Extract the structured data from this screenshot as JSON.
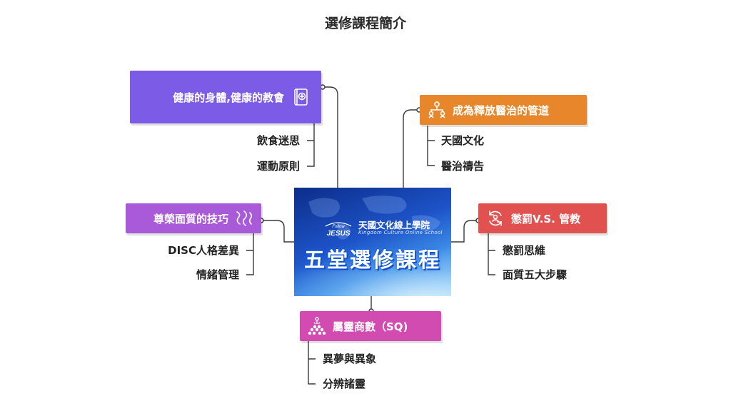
{
  "title": "選修課程簡介",
  "colors": {
    "purple": "#7c5be6",
    "orange": "#e8862b",
    "violet": "#a95ad8",
    "red": "#e0514f",
    "magenta": "#d24bb0",
    "connector": "#3a3a3a"
  },
  "center": {
    "school_name": "天國文化線上學院",
    "school_english": "Kingdom Culture Online School",
    "course": "五堂選修課程",
    "logo_icon": "jesus-logo-icon"
  },
  "branches": {
    "health": {
      "label": "健康的身體,健康的教會",
      "icon": "book-icon",
      "items": [
        "飲食迷思",
        "運動原則"
      ]
    },
    "healing": {
      "label": "成為釋放醫治的管道",
      "icon": "people-network-icon",
      "items": [
        "天國文化",
        "醫治禱告"
      ]
    },
    "honor": {
      "label": "尊榮面質的技巧",
      "icon": "swirl-icon",
      "items": [
        "DISC人格差異",
        "情緒管理"
      ]
    },
    "discipline": {
      "label": "懲罰V.S. 管教",
      "icon": "cycle-icon",
      "items": [
        "懲罰思維",
        "面質五大步驟"
      ]
    },
    "spiritual": {
      "label": "屬靈商數（SQ)",
      "icon": "dots-icon",
      "items": [
        "異夢與異象",
        "分辨諸靈"
      ]
    }
  }
}
